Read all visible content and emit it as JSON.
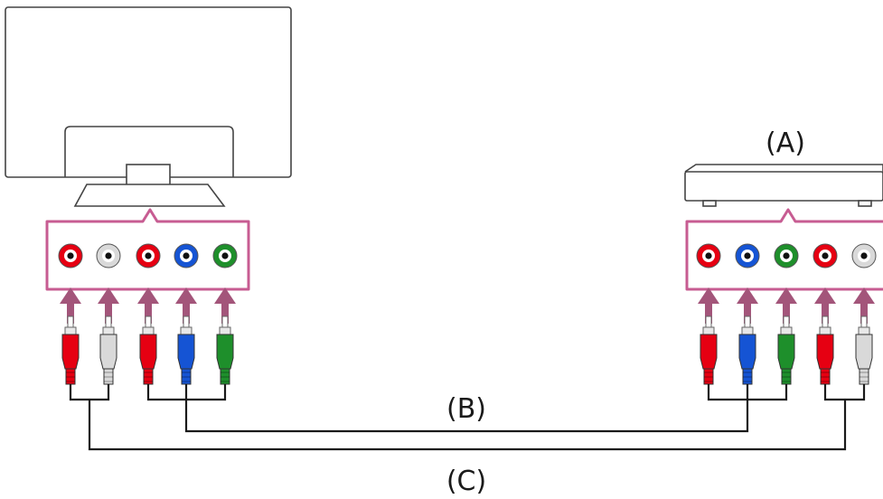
{
  "labels": {
    "device": "(A)",
    "cable_b": "(B)",
    "cable_c": "(C)"
  },
  "colors": {
    "panel_border": "#c75c92",
    "arrow": "#a3557a",
    "line": "#1a1a1a",
    "outline": "#444444",
    "red": "#e60012",
    "white": "#d9d9d9",
    "blue": "#1554d4",
    "green": "#1e8f2b"
  },
  "tv_jacks": [
    "red",
    "white",
    "red",
    "blue",
    "green"
  ],
  "device_jacks": [
    "red",
    "blue",
    "green",
    "red",
    "white"
  ],
  "icons": [
    "tv-icon",
    "device-box-icon",
    "rca-jack-icon",
    "rca-plug-icon",
    "insert-arrow-icon"
  ]
}
